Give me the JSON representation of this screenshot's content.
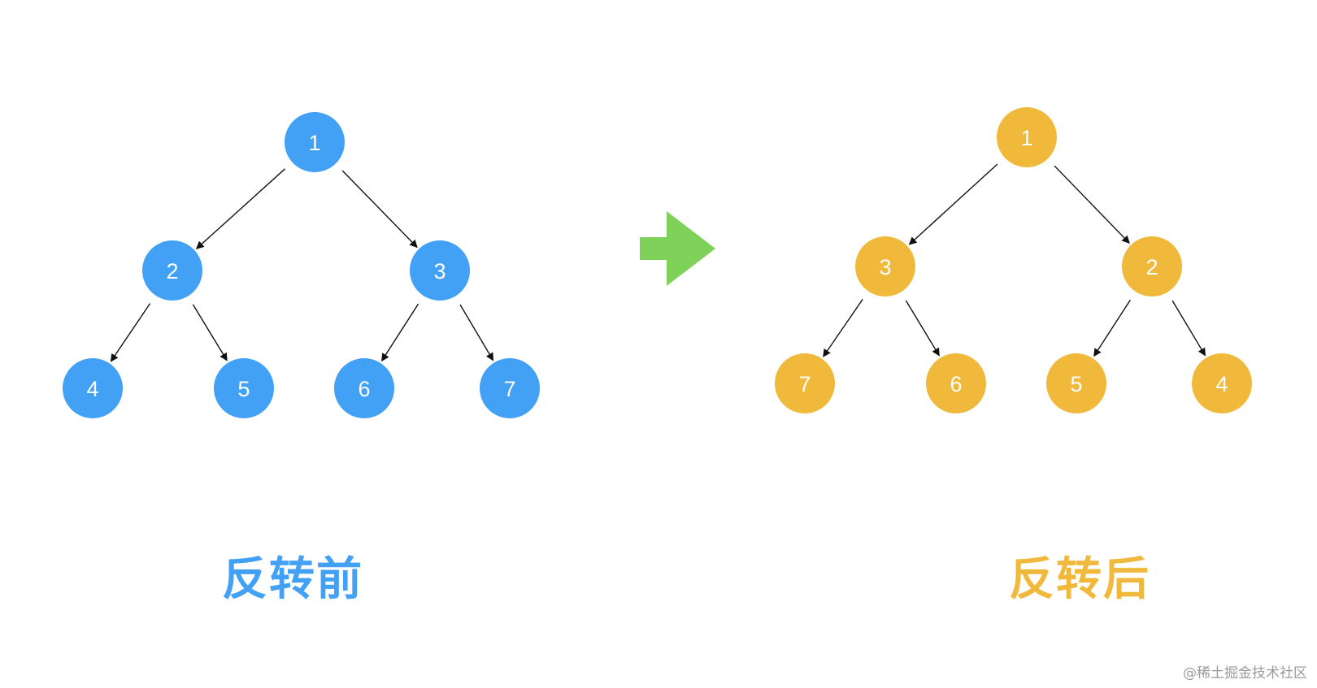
{
  "colors": {
    "before_node": "#42A1F5",
    "after_node": "#F0B93C",
    "arrow": "#7ED259",
    "edge": "#111111",
    "label_text": "#FFFFFF",
    "watermark": "#9A9A9A"
  },
  "before_tree": {
    "caption": "反转前",
    "nodes": [
      {
        "id": "b1",
        "label": "1"
      },
      {
        "id": "b2",
        "label": "2"
      },
      {
        "id": "b3",
        "label": "3"
      },
      {
        "id": "b4",
        "label": "4"
      },
      {
        "id": "b5",
        "label": "5"
      },
      {
        "id": "b6",
        "label": "6"
      },
      {
        "id": "b7",
        "label": "7"
      }
    ],
    "edges": [
      [
        "b1",
        "b2"
      ],
      [
        "b1",
        "b3"
      ],
      [
        "b2",
        "b4"
      ],
      [
        "b2",
        "b5"
      ],
      [
        "b3",
        "b6"
      ],
      [
        "b3",
        "b7"
      ]
    ]
  },
  "after_tree": {
    "caption": "反转后",
    "nodes": [
      {
        "id": "a1",
        "label": "1"
      },
      {
        "id": "a2",
        "label": "3"
      },
      {
        "id": "a3",
        "label": "2"
      },
      {
        "id": "a4",
        "label": "7"
      },
      {
        "id": "a5",
        "label": "6"
      },
      {
        "id": "a6",
        "label": "5"
      },
      {
        "id": "a7",
        "label": "4"
      }
    ],
    "edges": [
      [
        "a1",
        "a2"
      ],
      [
        "a1",
        "a3"
      ],
      [
        "a2",
        "a4"
      ],
      [
        "a2",
        "a5"
      ],
      [
        "a3",
        "a6"
      ],
      [
        "a3",
        "a7"
      ]
    ]
  },
  "transition_arrow_icon": "right-arrow-icon",
  "watermark": "@稀土掘金技术社区"
}
